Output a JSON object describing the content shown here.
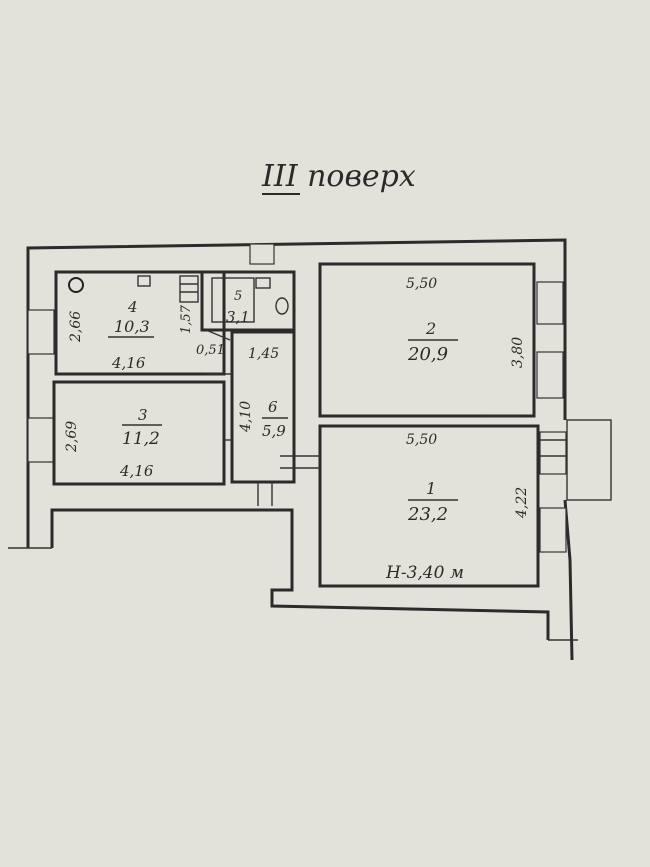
{
  "title": "III поверх",
  "height_note": "H-3,40 м",
  "rooms": [
    {
      "id": "1",
      "number": "1",
      "area": "23,2",
      "dims": [
        "5,50",
        "4,22"
      ]
    },
    {
      "id": "2",
      "number": "2",
      "area": "20,9",
      "dims": [
        "5,50",
        "3,80"
      ]
    },
    {
      "id": "3",
      "number": "3",
      "area": "11,2",
      "dims": [
        "2,69",
        "4,16"
      ]
    },
    {
      "id": "4",
      "number": "4",
      "area": "10,3",
      "dims": [
        "2,66",
        "4,16",
        "1,57"
      ]
    },
    {
      "id": "5",
      "number": "5",
      "area": "3,1",
      "dims": []
    },
    {
      "id": "6",
      "number": "6",
      "area": "5,9",
      "dims": [
        "4,10",
        "1,45",
        "0,51"
      ]
    }
  ],
  "colors": {
    "paper": "#e3e2da",
    "ink": "#2b2b2b"
  }
}
